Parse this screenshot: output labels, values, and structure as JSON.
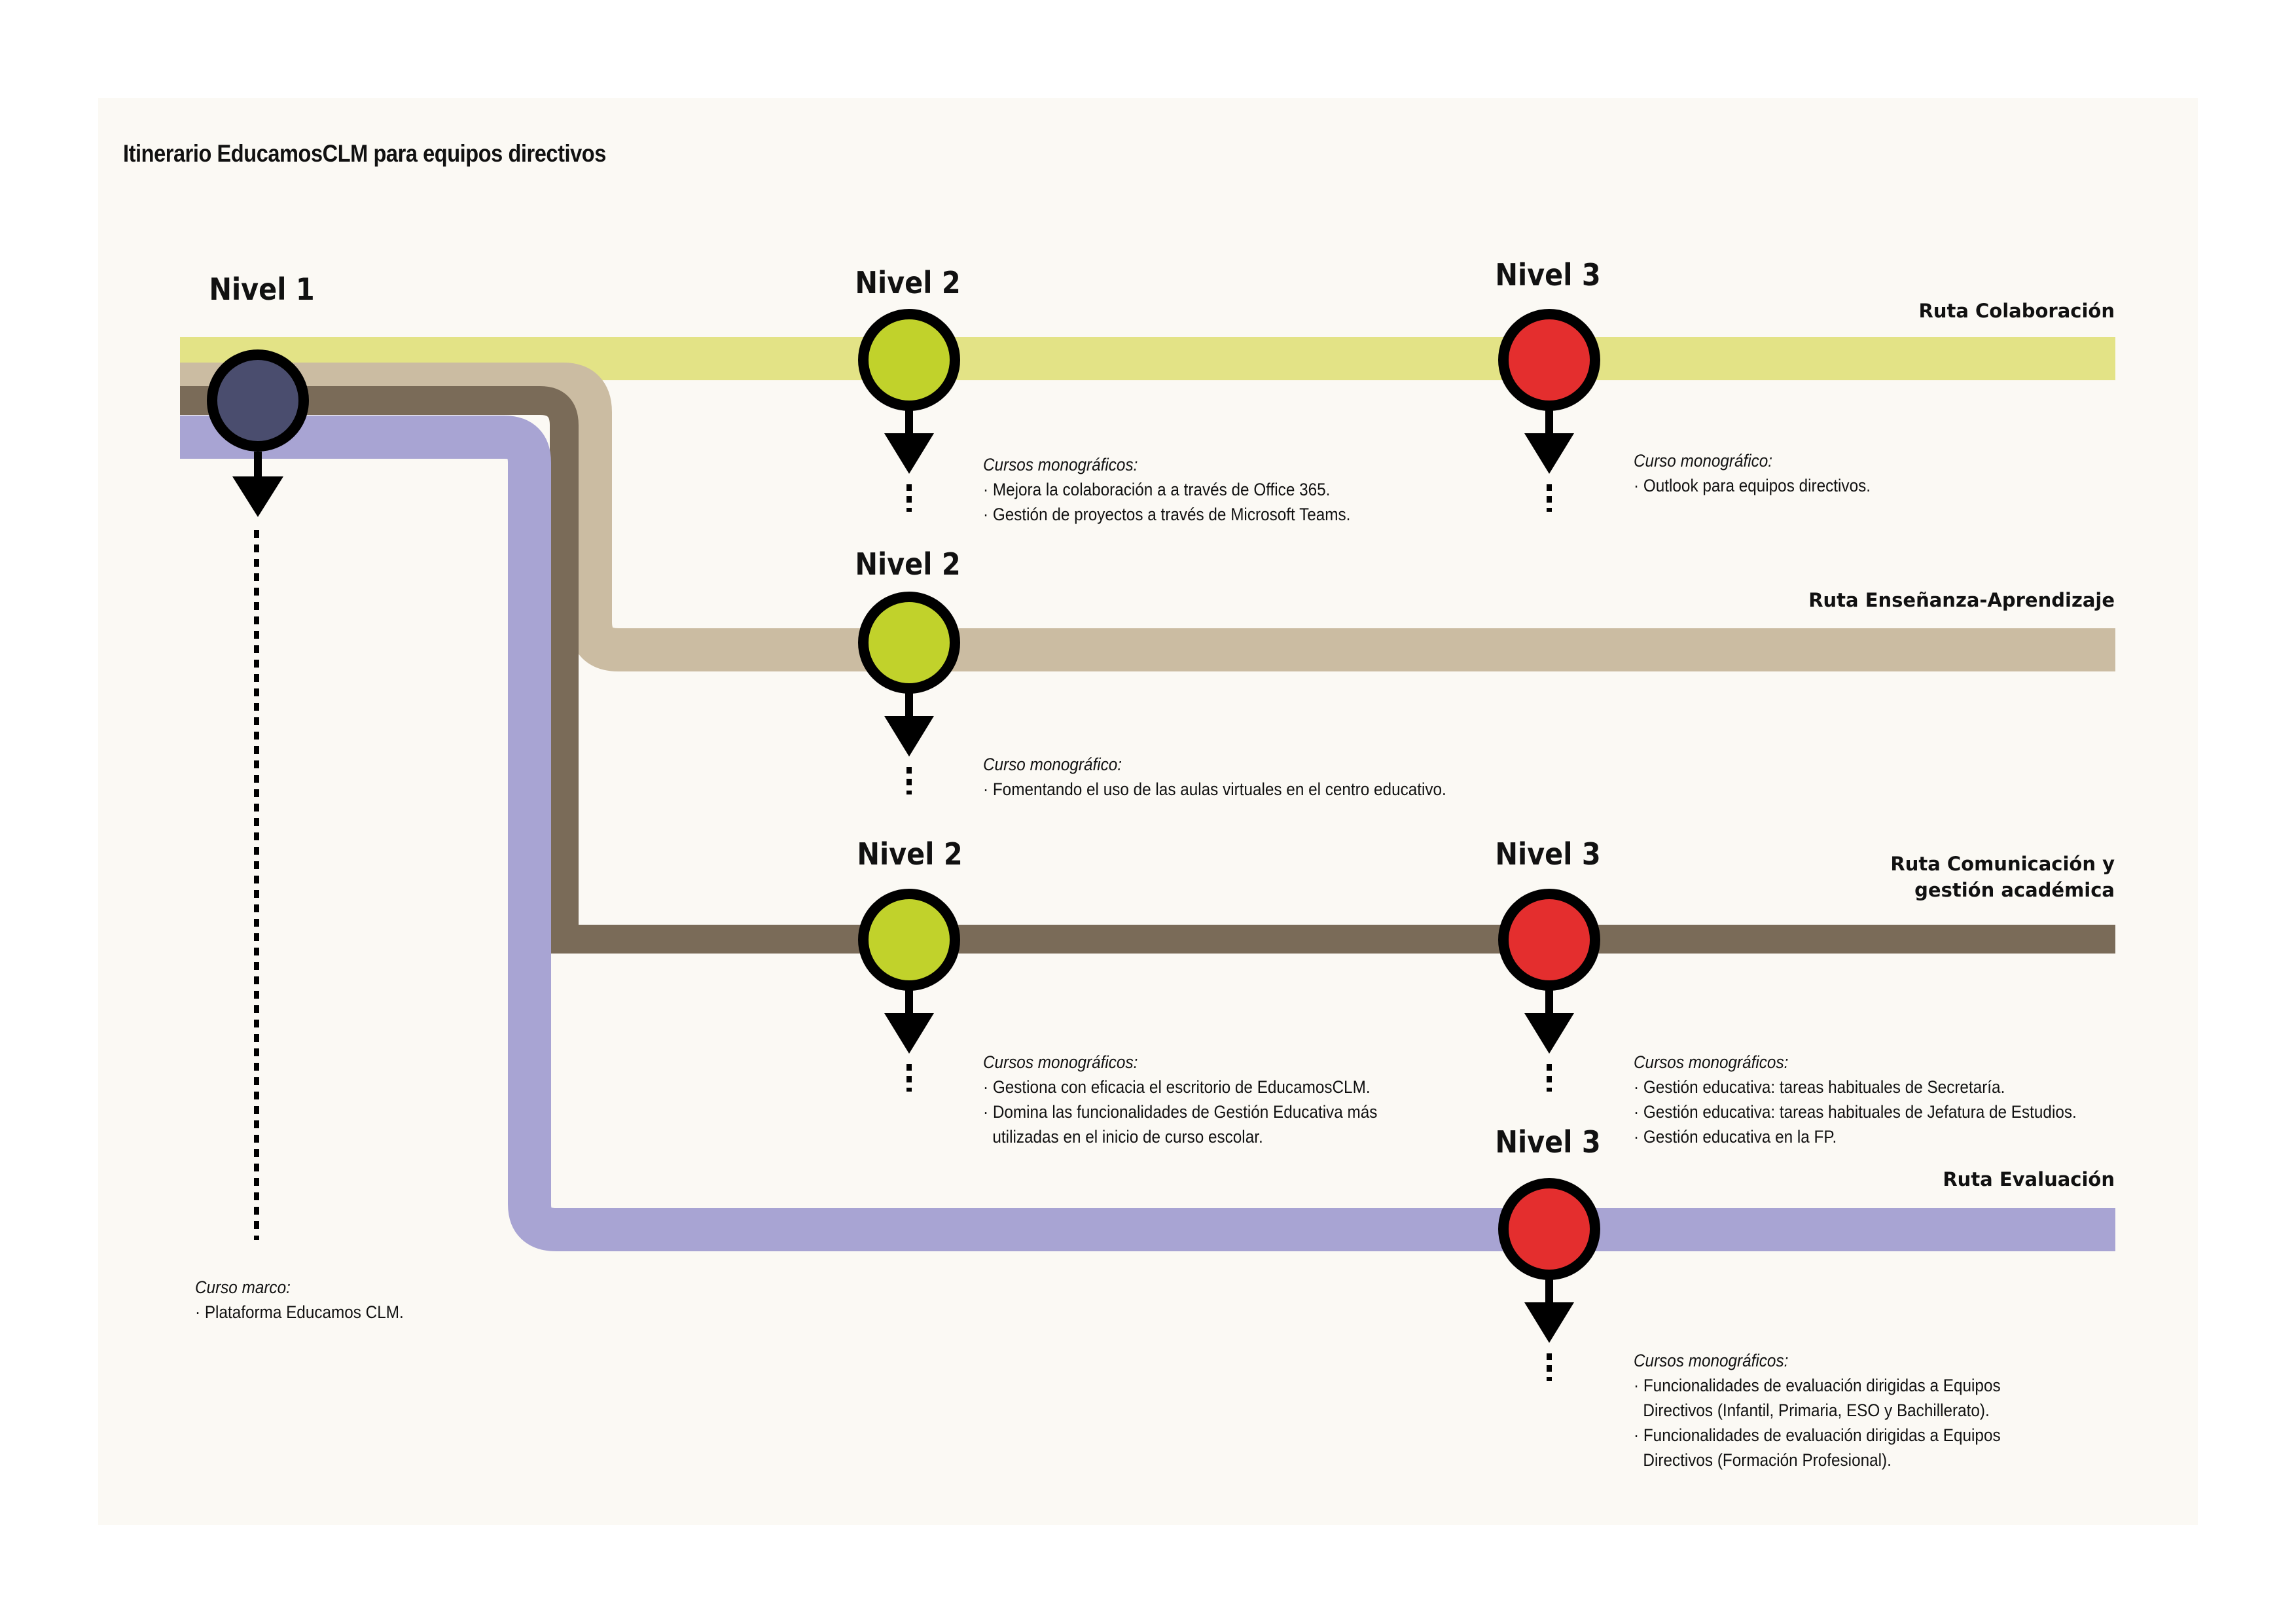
{
  "title": "Itinerario EducamosCLM para equipos directivos",
  "colors": {
    "panel": "#fbf9f4",
    "route_colaboracion": "#e3e386",
    "route_ensenanza": "#cbbca2",
    "route_comunicacion": "#7a6b58",
    "route_evaluacion": "#a8a4d3",
    "node_level1": "#4a4d6e",
    "node_level2": "#c1d22b",
    "node_level3": "#e42e2e",
    "outline": "#000000"
  },
  "routes": [
    {
      "id": "colaboracion",
      "label": "Ruta Colaboración"
    },
    {
      "id": "ensenanza",
      "label": "Ruta Enseñanza-Aprendizaje"
    },
    {
      "id": "comunicacion",
      "label": "Ruta Comunicación y\ngestión académica"
    },
    {
      "id": "evaluacion",
      "label": "Ruta Evaluación"
    }
  ],
  "levels": {
    "level1": "Nivel 1",
    "level2": "Nivel 2",
    "level3": "Nivel 3"
  },
  "notes": {
    "n1": {
      "heading": "Curso marco:",
      "items": [
        "· Plataforma Educamos CLM."
      ]
    },
    "colab_n2": {
      "heading": "Cursos monográficos:",
      "items": [
        "· Mejora la colaboración a a través de Office 365.",
        "· Gestión de proyectos a través de Microsoft Teams."
      ]
    },
    "colab_n3": {
      "heading": "Curso monográfico:",
      "items": [
        "· Outlook para equipos directivos."
      ]
    },
    "ens_n2": {
      "heading": "Curso monográfico:",
      "items": [
        "· Fomentando el uso de las aulas virtuales en el centro educativo."
      ]
    },
    "com_n2": {
      "heading": "Cursos monográficos:",
      "items": [
        "· Gestiona con eficacia el escritorio de EducamosCLM.",
        "· Domina las funcionalidades de Gestión Educativa más utilizadas en el inicio de curso escolar."
      ]
    },
    "com_n3": {
      "heading": "Cursos monográficos:",
      "items": [
        "· Gestión educativa: tareas habituales de Secretaría.",
        "· Gestión educativa: tareas habituales de Jefatura de Estudios.",
        "· Gestión educativa en la FP."
      ]
    },
    "eval_n3": {
      "heading": "Cursos monográficos:",
      "items": [
        "· Funcionalidades de evaluación dirigidas a Equipos Directivos (Infantil, Primaria, ESO y Bachillerato).",
        "· Funcionalidades de evaluación dirigidas a Equipos Directivos (Formación Profesional)."
      ]
    }
  }
}
